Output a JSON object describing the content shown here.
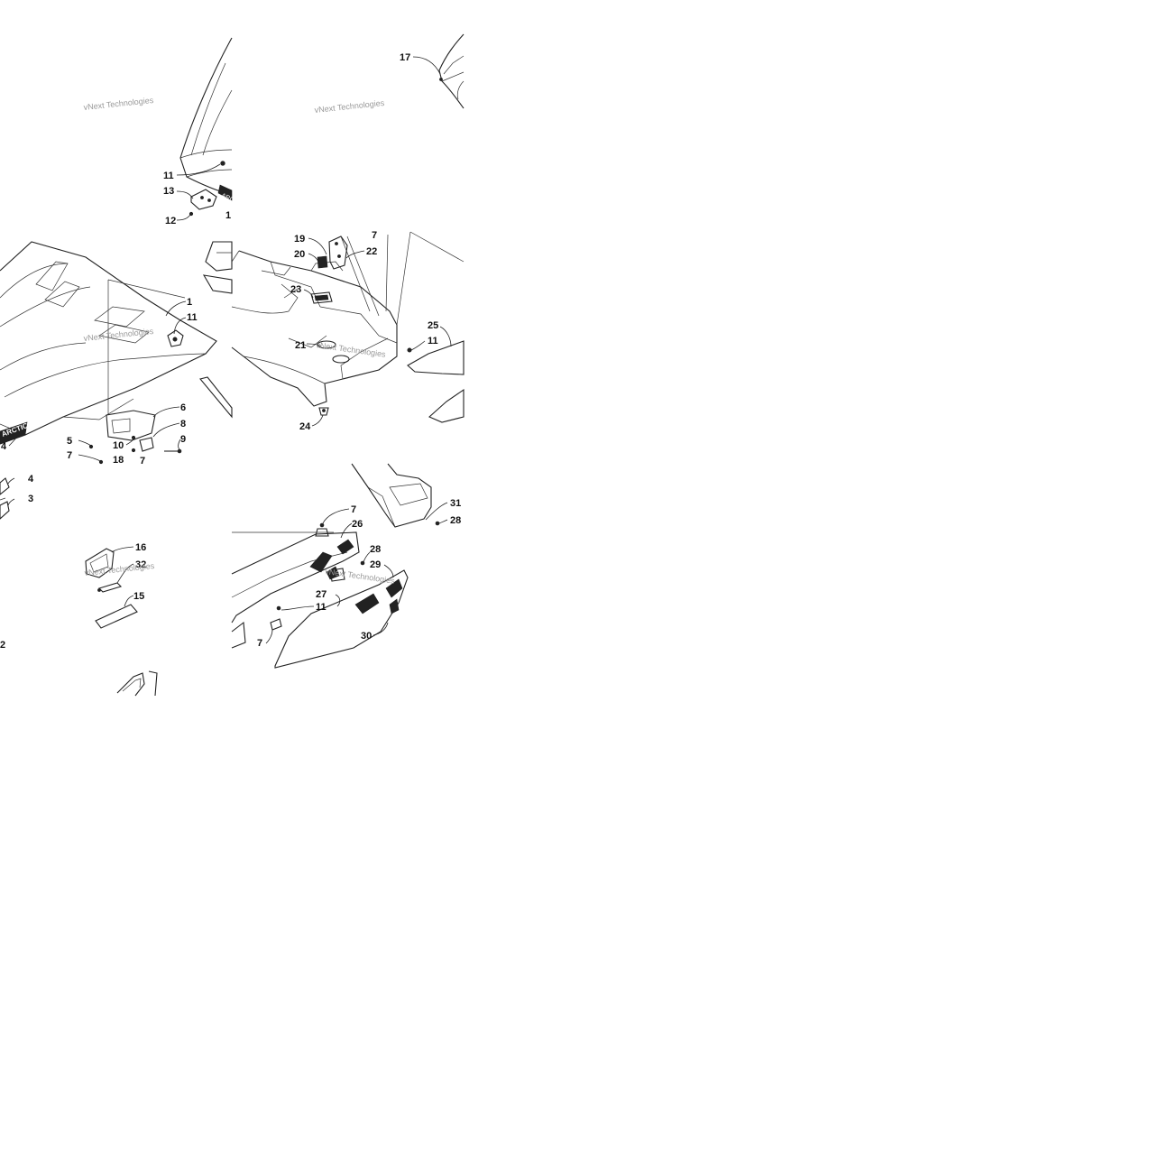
{
  "watermark": "vNext Technologies",
  "labels": {
    "l17": "17",
    "l11a": "11",
    "l13": "13",
    "l12a": "12",
    "l14p": "1",
    "l1": "1",
    "l11b": "11",
    "l6": "6",
    "l8": "8",
    "l9": "9",
    "l5": "5",
    "l10": "10",
    "l7a": "7",
    "l18": "18",
    "l7p": "7",
    "l4a": "4",
    "l19": "19",
    "l7b": "7",
    "l20": "20",
    "l22": "22",
    "l23": "23",
    "l21": "21",
    "l25": "25",
    "l11c": "11",
    "l24": "24",
    "l4b": "4",
    "l3": "3",
    "l16": "16",
    "l32": "32",
    "l15": "15",
    "l2p": "2",
    "l31": "31",
    "l7c": "7",
    "l26": "26",
    "l28a": "28",
    "l28b": "28",
    "l29": "29",
    "l27": "27",
    "l11d": "11",
    "l7d": "7",
    "l30": "30"
  },
  "decals": {
    "hood_side": "ARCTIC CAT",
    "hood_tip": "ARC"
  }
}
